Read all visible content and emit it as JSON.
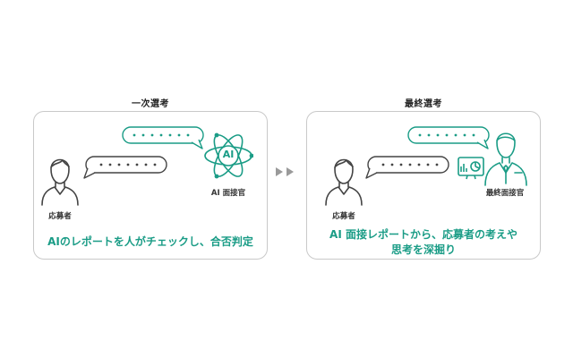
{
  "colors": {
    "accent": "#1a9c86",
    "outline": "#444444",
    "border": "#c9c9c9"
  },
  "stage1": {
    "title": "一次選考",
    "applicant_label": "応募者",
    "interviewer_label": "AI 面接官",
    "ai_badge": "AI",
    "summary": "AIのレポートを人がチェックし、合否判定"
  },
  "stage2": {
    "title": "最終選考",
    "applicant_label": "応募者",
    "interviewer_label": "最終面接官",
    "summary_line1": "AI 面接レポートから、応募者の考えや",
    "summary_line2": "思考を深掘り"
  }
}
